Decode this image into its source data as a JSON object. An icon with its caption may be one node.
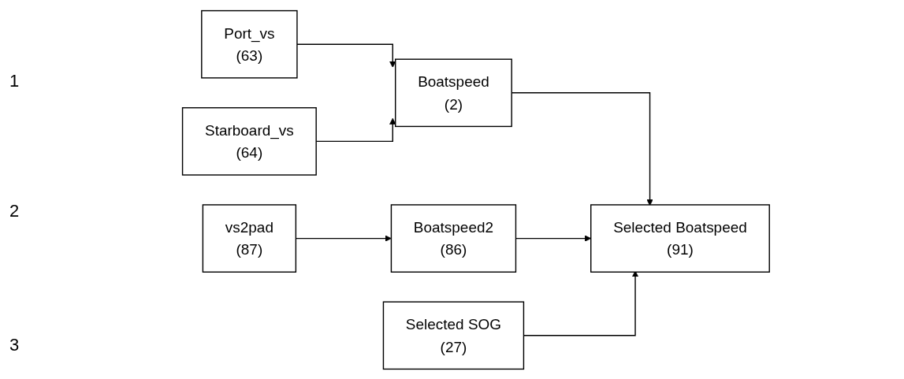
{
  "diagram": {
    "nodes": [
      {
        "text": [
          "Port_vs",
          "(63)"
        ]
      },
      {
        "text": [
          "Starboard_vs",
          "(64)"
        ]
      },
      {
        "text": [
          "Boatspeed",
          "(2)"
        ]
      },
      {
        "text": [
          "vs2pad",
          "(87)"
        ]
      },
      {
        "text": [
          "Boatspeed2",
          "(86)"
        ]
      },
      {
        "text": [
          "Selected SOG",
          "(27)"
        ]
      },
      {
        "text": [
          "Selected Boatspeed",
          "(91)"
        ]
      }
    ],
    "edges": [
      {
        "from": 0,
        "to": 2,
        "arrow": "to"
      },
      {
        "from": 1,
        "to": 2,
        "arrow": "to"
      },
      {
        "from": 3,
        "to": 4,
        "arrow": "to"
      },
      {
        "from": 2,
        "to": 6,
        "arrow": "to"
      },
      {
        "from": 4,
        "to": 6,
        "arrow": "to"
      },
      {
        "from": 5,
        "to": 6,
        "arrow": "to"
      }
    ],
    "labels": [
      "1",
      "2",
      "3"
    ]
  }
}
